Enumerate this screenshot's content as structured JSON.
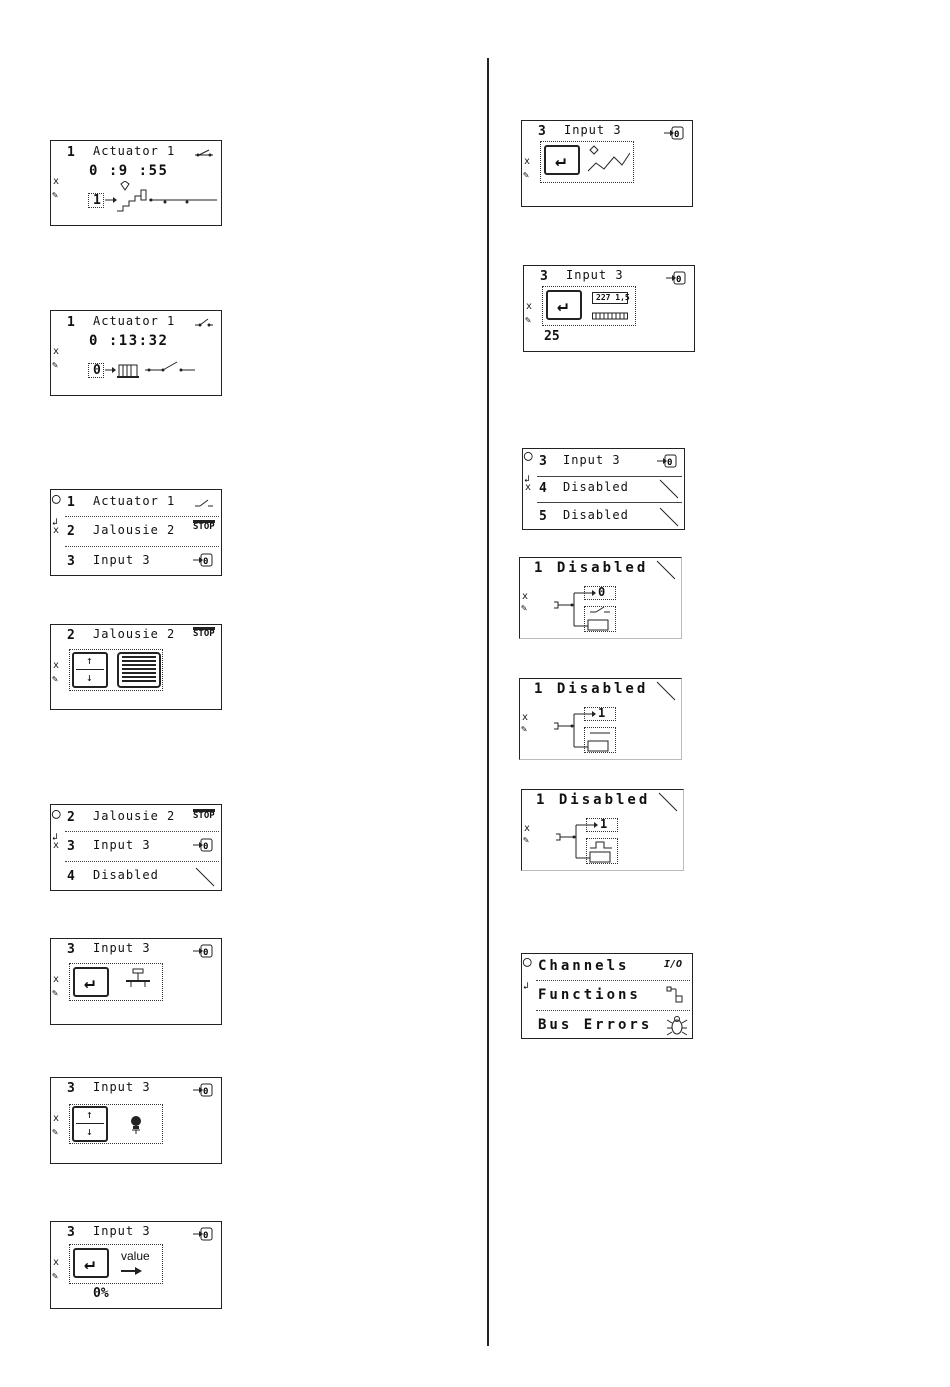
{
  "icons": {
    "enter": "↵",
    "up_arrow": "↑",
    "down_arrow": "↓",
    "scroll": "◯",
    "cross": "x",
    "pen": "✎",
    "return": "↲",
    "input": "⊕",
    "disabled": "╲",
    "stop": "STOP",
    "io": "I/O",
    "bug": "bug-icon"
  },
  "screens": {
    "s1": {
      "num": "1",
      "title": "Actuator 1",
      "time": "0 :9 :55",
      "state": "1"
    },
    "s2": {
      "num": "1",
      "title": "Actuator 1",
      "time": "0 :13:32",
      "state": "0"
    },
    "s3": {
      "rows": [
        {
          "num": "1",
          "label": "Actuator 1"
        },
        {
          "num": "2",
          "label": "Jalousie 2"
        },
        {
          "num": "3",
          "label": "Input 3"
        }
      ]
    },
    "s4": {
      "num": "2",
      "title": "Jalousie 2"
    },
    "s5": {
      "rows": [
        {
          "num": "2",
          "label": "Jalousie 2"
        },
        {
          "num": "3",
          "label": "Input 3"
        },
        {
          "num": "4",
          "label": "Disabled"
        }
      ]
    },
    "s6": {
      "num": "3",
      "title": "Input 3"
    },
    "s7": {
      "num": "3",
      "title": "Input 3"
    },
    "s8": {
      "num": "3",
      "title": "Input 3",
      "value_label": "value",
      "value": "0%"
    },
    "r1": {
      "num": "3",
      "title": "Input 3"
    },
    "r2": {
      "num": "3",
      "title": "Input 3",
      "meter_top": "227 1,5",
      "value": "25"
    },
    "r3": {
      "rows": [
        {
          "num": "3",
          "label": "Input 3"
        },
        {
          "num": "4",
          "label": "Disabled"
        },
        {
          "num": "5",
          "label": "Disabled"
        }
      ]
    },
    "r4": {
      "title": "1 Disabled",
      "state": "0"
    },
    "r5": {
      "title": "1 Disabled",
      "state": "1"
    },
    "r6": {
      "title": "1 Disabled",
      "state": "1"
    },
    "r7": {
      "rows": [
        {
          "label": "Channels"
        },
        {
          "label": "Functions"
        },
        {
          "label": "Bus Errors"
        }
      ]
    }
  }
}
